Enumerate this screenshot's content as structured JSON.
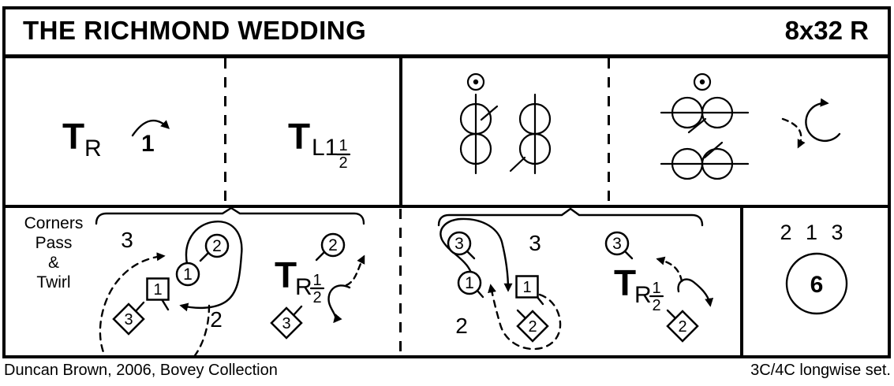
{
  "colors": {
    "ink": "#000000",
    "paper": "#ffffff"
  },
  "header": {
    "title": "THE RICHMOND WEDDING",
    "code": "8x32 R"
  },
  "footer": {
    "credit": "Duncan Brown, 2006, Bovey Collection",
    "set": "3C/4C longwise set."
  },
  "bar1": {
    "t": "T",
    "sub": "R",
    "count": "1"
  },
  "bar2": {
    "t": "T",
    "sub": "L1",
    "num": "1",
    "den": "2"
  },
  "b1": {
    "note": [
      "Corners",
      "Pass",
      "&",
      "Twirl"
    ],
    "pos3": "3",
    "pos2": "2",
    "c2": "2",
    "c1": "1",
    "s1": "1",
    "d3": "3",
    "t": "T",
    "sub": "R",
    "num": "1",
    "den": "2",
    "c2b": "2",
    "d3b": "3"
  },
  "b2": {
    "pos3": "3",
    "pos2": "2",
    "c3": "3",
    "c1": "1",
    "s1": "1",
    "d2": "2",
    "c3b": "3",
    "t": "T",
    "sub": "R",
    "num": "1",
    "den": "2",
    "d2b": "2"
  },
  "b3": {
    "order": "2 1 3",
    "times": "6"
  }
}
